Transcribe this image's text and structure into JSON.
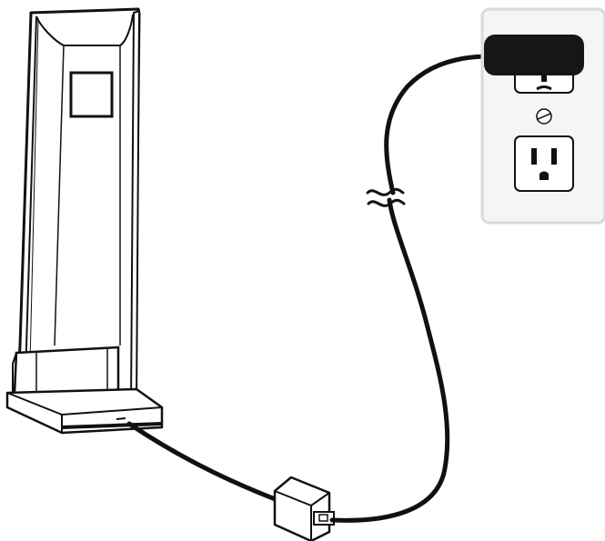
{
  "diagram": {
    "items": [
      {
        "name": "handset-charger"
      },
      {
        "name": "adapter-cord"
      },
      {
        "name": "power-adapter"
      },
      {
        "name": "wall-outlet"
      }
    ],
    "icons": [
      "cord-break-icon",
      "outlet-screw-icon"
    ],
    "colors": {
      "line": "#111111",
      "fill": "#ffffff",
      "outlet_plate": "#f5f5f5",
      "outlet_shadow": "#d9d9d9",
      "adapter_plug": "#161616"
    }
  }
}
